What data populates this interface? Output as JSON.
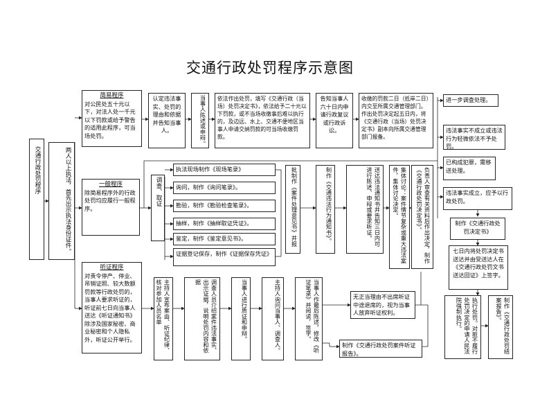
{
  "title": "交通行政处罚程序示意图",
  "root": "交通行政处罚程序",
  "start": "两人以上执法，首先出示执法身份证件。",
  "simple": {
    "title": "简易程序",
    "body": "对公民处五十元以下，对法人处一千元以下罚款或给予警告的适用此程序，可当场处罚。",
    "step1": "认定违法事实、处罚的理由和依据并告知当事人。",
    "step2": "当事人陈述或申辩。",
    "step3": "依法作出处罚，填写《交通行政（当场）处罚决定书》，依法给予二十元以下罚款，或不当场收缴事后难以执行的，及边远、水上、交通不便地区当事人申请交纳罚款的可当场收缴罚款。",
    "step4": "告知当事人六十日内申请行政复议或行政诉讼。",
    "step5": "收缴的罚款二日（抵岸二日）内交至所属交通管理部门。作出处罚决定起五日内，将《交通行政（当场）处罚决定书》副本向所属交通管理部门报备。"
  },
  "general": {
    "title": "一般程序",
    "body": "除简易程序外的行政处罚均应履行一般程序。",
    "investigate": "调查、取证",
    "items": [
      "执法现场制作《现场笔录》",
      "询问，制作《询问笔录》。",
      "勘验，制作《勘验检查笔录》。",
      "抽样，制作《抽样取证凭证》。",
      "鉴定，制作《鉴定意见书》。",
      "证据登记保存，制作《证据保存凭证》"
    ],
    "approve": "批制作《案件处理意见书》并报",
    "notice": "制作《交通违法行为通知书》。",
    "notice_body": "送达违法通知书并告知三日内可进行陈述、申辩或要求听证。",
    "collective": "集体讨论：案件情节复杂或重大违法案件，集体讨论决定。",
    "decide": "负责人审查有关资料后作出决定，制作《交通行政处罚决定书》。"
  },
  "hearing": {
    "title": "听证程序",
    "body": "对责令停产、停业、吊销证照、较大数额罚款等行政处罚的，当事人要求听证的，听证前七日向当事人送达《听证通知书》除涉及国家秘密、商业秘密和个人隐私外，听证公开举行。",
    "s1": "主持人宣布案由、听证纪律、核对参加人员名单",
    "s2": "调查人员介绍案件违法事实、出示证据，说明处罚内容和依据",
    "s3": "当事人进行质证和申辩。",
    "s4": "主持人询问当事人、调查人。",
    "s5": "当事人作最后陈述，修改《听证笔录》并阅读，签字。",
    "absent": "无正当理由不出席听证中途退席的，视为当事人放弃听证权利。",
    "report": "制作《交通行政处罚案件听证报告》。"
  },
  "right": {
    "r1": "进一步调查处理。",
    "r2": "违法事实不成立或违法行为轻微依法不予处罚。",
    "r3": "已构成犯罪，需移送处理。",
    "r4": "违法事实成立，应予以行政处罚。",
    "r5": "制作《交通行政处罚决定书》",
    "r6": "七日内将处罚决定书送达并由受送达人在《交通行政处罚文书送达回证》上签字。",
    "r7": "执行处罚。对拒不履行处罚决定的申请人民法院强制执行。",
    "r8": "制作《交通行政处罚结案报告》。"
  }
}
